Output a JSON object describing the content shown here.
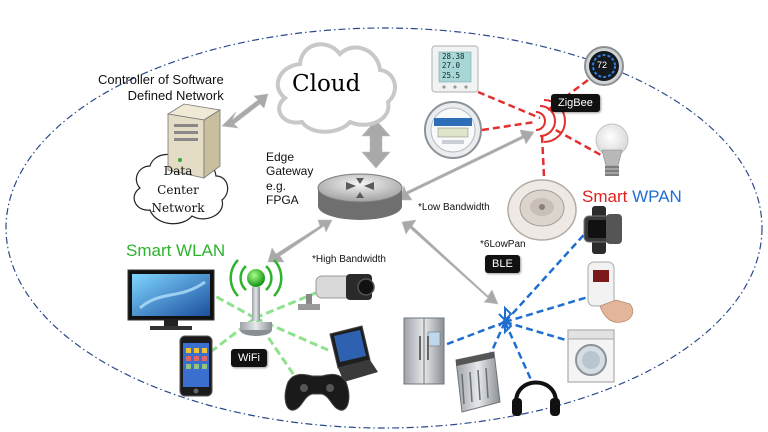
{
  "cloud": {
    "label": "Cloud"
  },
  "controller": {
    "label_line1": "Controller  of Software",
    "label_line2": "Defined Network"
  },
  "data_center": {
    "line1": "Data",
    "line2": "Center",
    "line3": "Network"
  },
  "gateway": {
    "line1": "Edge",
    "line2": "Gateway",
    "line3": "e.g.",
    "line4": "FPGA"
  },
  "links": {
    "low_bandwidth": "*Low Bandwidth",
    "high_bandwidth": "*High Bandwidth",
    "sixlowpan": "*6LowPan"
  },
  "wlan": {
    "title": "Smart WLAN",
    "color": "#2db32d",
    "hub_tag": "WiFi",
    "devices": [
      "tv-icon",
      "camera-icon",
      "laptop-icon",
      "smartphone-icon",
      "gamepad-icon"
    ]
  },
  "wpan": {
    "title_a": "Smart",
    "title_b": "WPAN",
    "color_a": "#e02020",
    "color_b": "#1f6fd1",
    "zigbee_tag": "ZigBee",
    "ble_tag": "BLE",
    "zigbee_devices": [
      "thermostat-panel-icon",
      "smart-meter-icon",
      "nest-thermostat-icon",
      "light-bulb-icon",
      "smoke-detector-icon"
    ],
    "ble_devices": [
      "smartwatch-icon",
      "pulse-oximeter-icon",
      "washing-machine-icon",
      "refrigerator-icon",
      "dishwasher-icon",
      "headphones-icon"
    ]
  },
  "thermostat_panel": {
    "t1": "28.38",
    "t2": "27.0",
    "t3": "25.5"
  },
  "nest": {
    "temp": "72"
  }
}
